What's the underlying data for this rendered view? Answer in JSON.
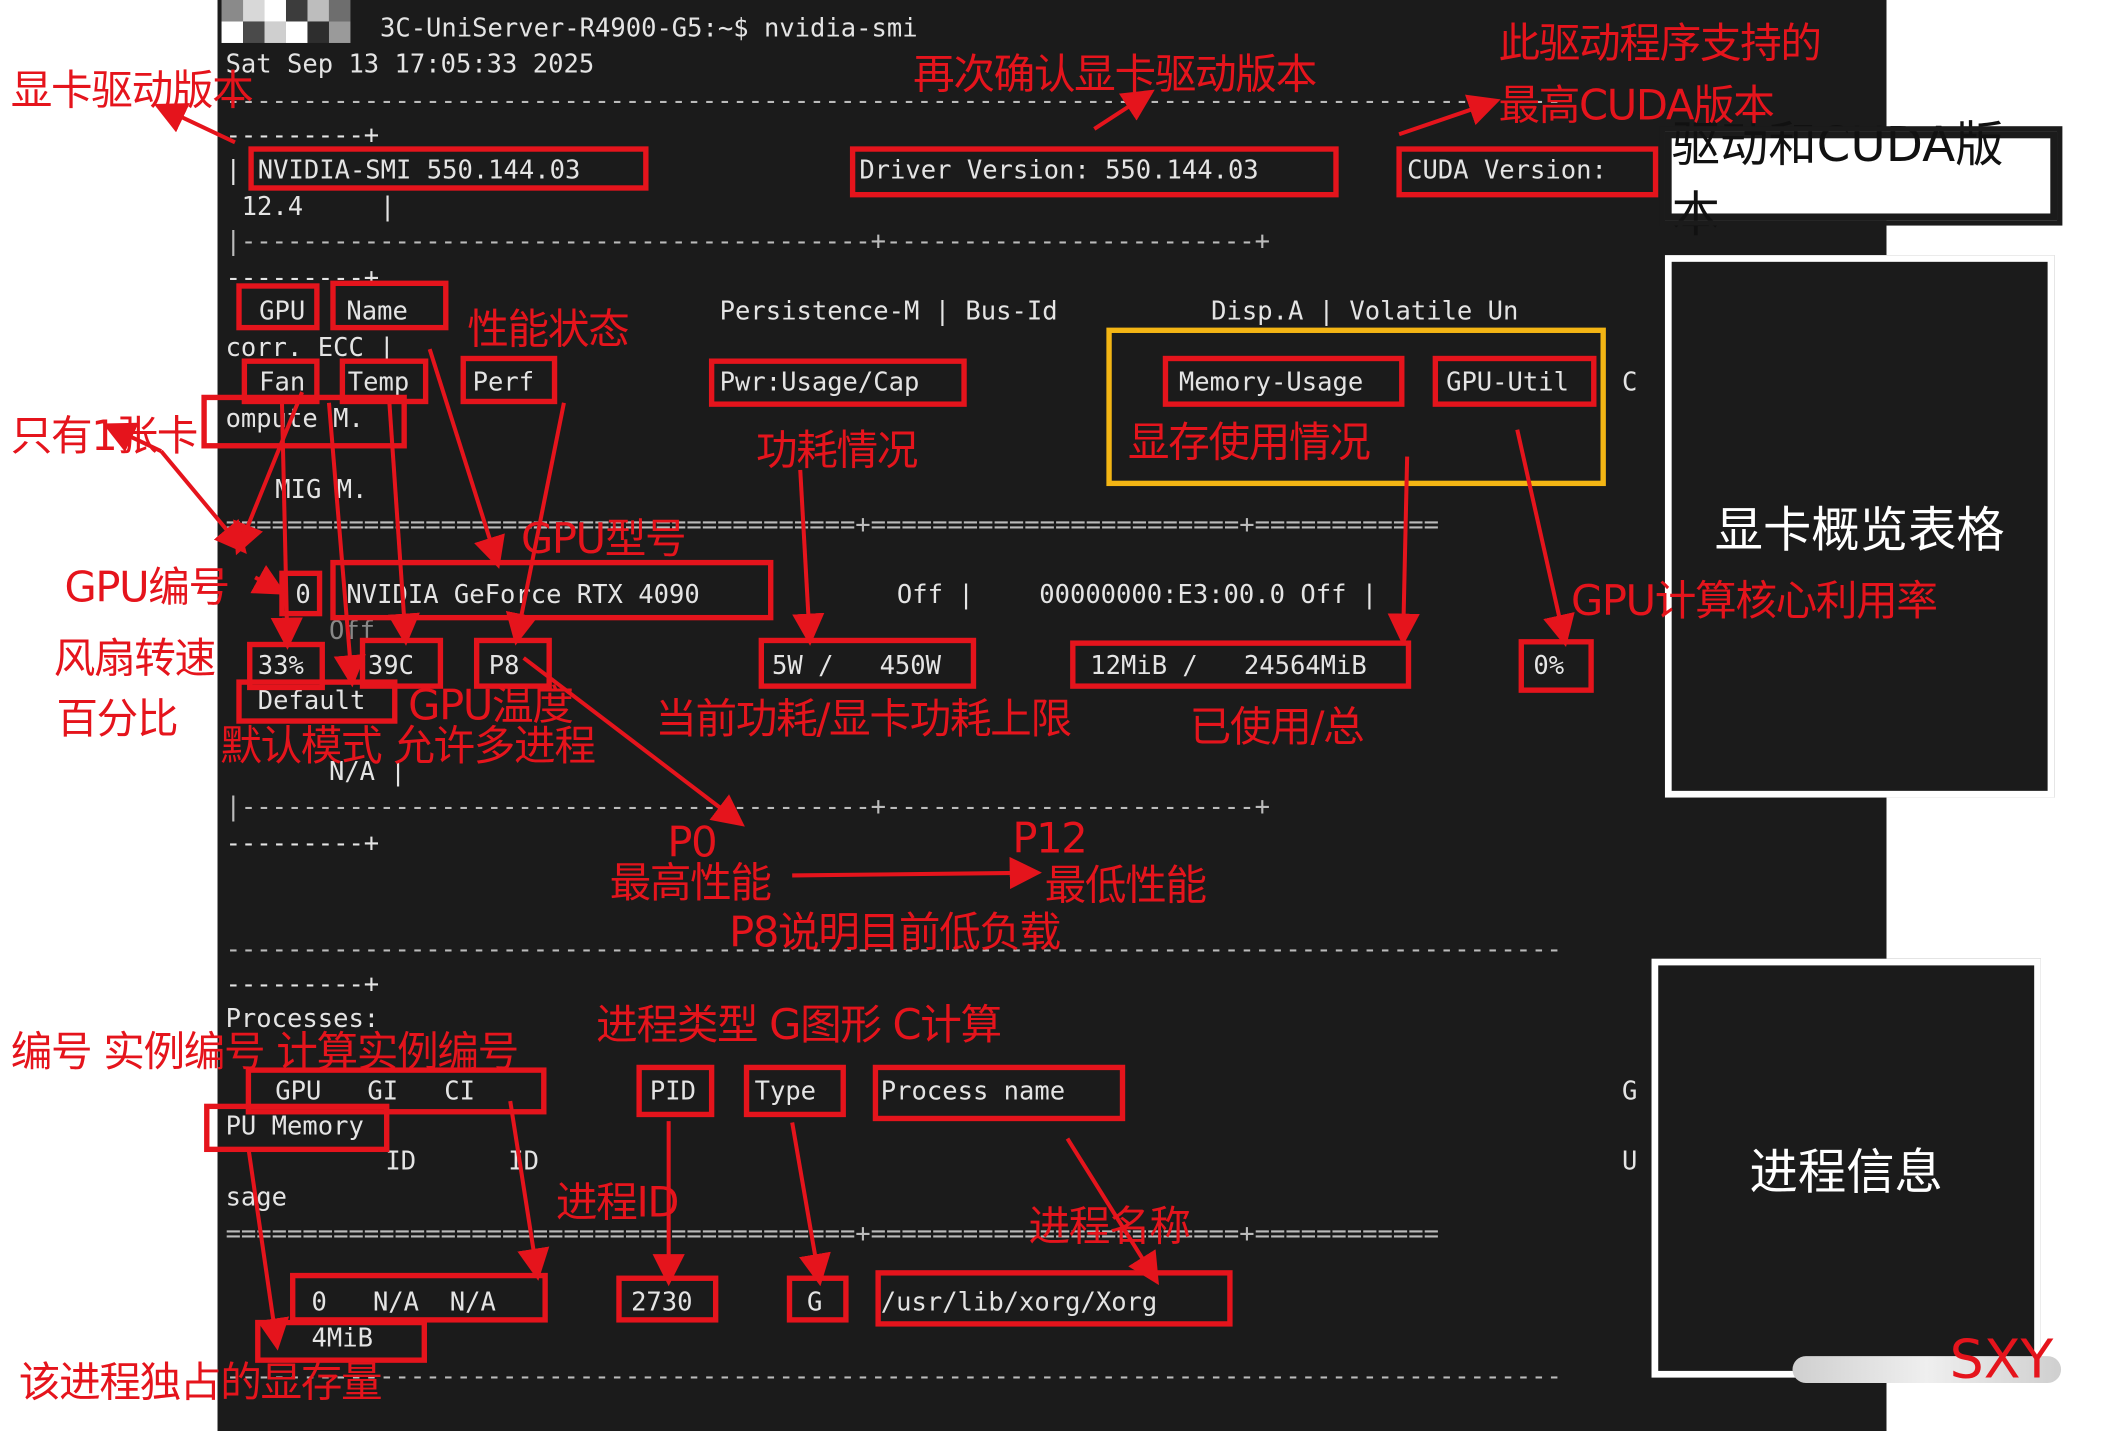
{
  "terminal": {
    "prompt": "3C-UniServer-R4900-G5:~$ nvidia-smi",
    "datetime": "Sat Sep 13 17:05:33 2025",
    "dash_line": "---------------------------------------------------------------------------------------",
    "plus_line_top": "---------+",
    "smi_version": "NVIDIA-SMI 550.144.03",
    "driver_version": "Driver Version: 550.144.03",
    "cuda_version_label": "CUDA Version:",
    "cuda_wrap": "12.4     |",
    "sep_row": "|-----------------------------------------+------------------------+",
    "hdr_gpu": "GPU",
    "hdr_name": "Name",
    "hdr_persistence": "Persistence-M | Bus-Id          Disp.A | Volatile Un",
    "hdr_corr": "corr. ECC |",
    "hdr_fan": "Fan",
    "hdr_temp": "Temp",
    "hdr_perf": "Perf",
    "hdr_pwr": "Pwr:Usage/Cap",
    "hdr_memory": "Memory-Usage",
    "hdr_util": "GPU-Util",
    "hdr_c": "C",
    "hdr_compute": "ompute M.",
    "hdr_mig": "MIG M.",
    "double_line": "=========================================+========================+============",
    "val_index": "0",
    "val_name": "NVIDIA GeForce RTX 4090",
    "val_persist": "Off |",
    "val_busid": "00000000:E3:00.0 Off |",
    "val_off": "Off",
    "val_fan": "33%",
    "val_temp": "39C",
    "val_perf": "P8",
    "val_pwr": "5W /   450W",
    "val_mem": "12MiB /   24564MiB",
    "val_util": "0%",
    "val_default": "Default",
    "val_na": "N/A |",
    "proc_title": "Processes:",
    "proc_gpu_gi_ci": "GPU   GI   CI",
    "proc_pid": "PID",
    "proc_type": "Type",
    "proc_name": "Process name",
    "proc_g": "G",
    "proc_u": "U",
    "proc_pu_memory": "PU Memory",
    "proc_id": "ID      ID",
    "proc_sage": "sage",
    "proc_row_gpu": "0   N/A  N/A",
    "proc_row_pid": "2730",
    "proc_row_type": "G",
    "proc_row_name": "/usr/lib/xorg/Xorg",
    "proc_row_mem": "4MiB"
  },
  "annotations": {
    "driver_version_cn": "显卡驱动版本",
    "recheck_driver": "再次确认显卡驱动版本",
    "max_cuda_1": "此驱动程序支持的",
    "max_cuda_2": "最高CUDA版本",
    "perf_state": "性能状态",
    "only_one_card": "只有1张卡",
    "power_info": "功耗情况",
    "memory_usage": "显存使用情况",
    "gpu_model": "GPU型号",
    "gpu_index": "GPU编号",
    "gpu_core_util": "GPU计算核心利用率",
    "fan_speed_1": "风扇转速",
    "fan_speed_2": "百分比",
    "gpu_temp": "GPU温度",
    "power_now_cap": "当前功耗/显卡功耗上限",
    "used_total": "已使用/总",
    "default_mode": "默认模式 允许多进程",
    "p0": "P0",
    "p0_desc": "最高性能",
    "p12": "P12",
    "p12_desc": "最低性能",
    "p8_desc": "P8说明目前低负载",
    "proc_type_desc": "进程类型 G图形 C计算",
    "index_instance": "编号 实例编号 计算实例编号",
    "pid_desc": "进程ID",
    "proc_name_desc": "进程名称",
    "proc_mem_desc": "该进程独占的显存量"
  },
  "side_boxes": {
    "driver_cuda": "驱动和CUDA版本",
    "gpu_overview": "显卡概览表格",
    "proc_info": "进程信息"
  },
  "watermark": "SXY",
  "colors": {
    "red": "#e5141c",
    "yellow": "#f3b514",
    "terminal_bg": "#1b1b1b"
  }
}
